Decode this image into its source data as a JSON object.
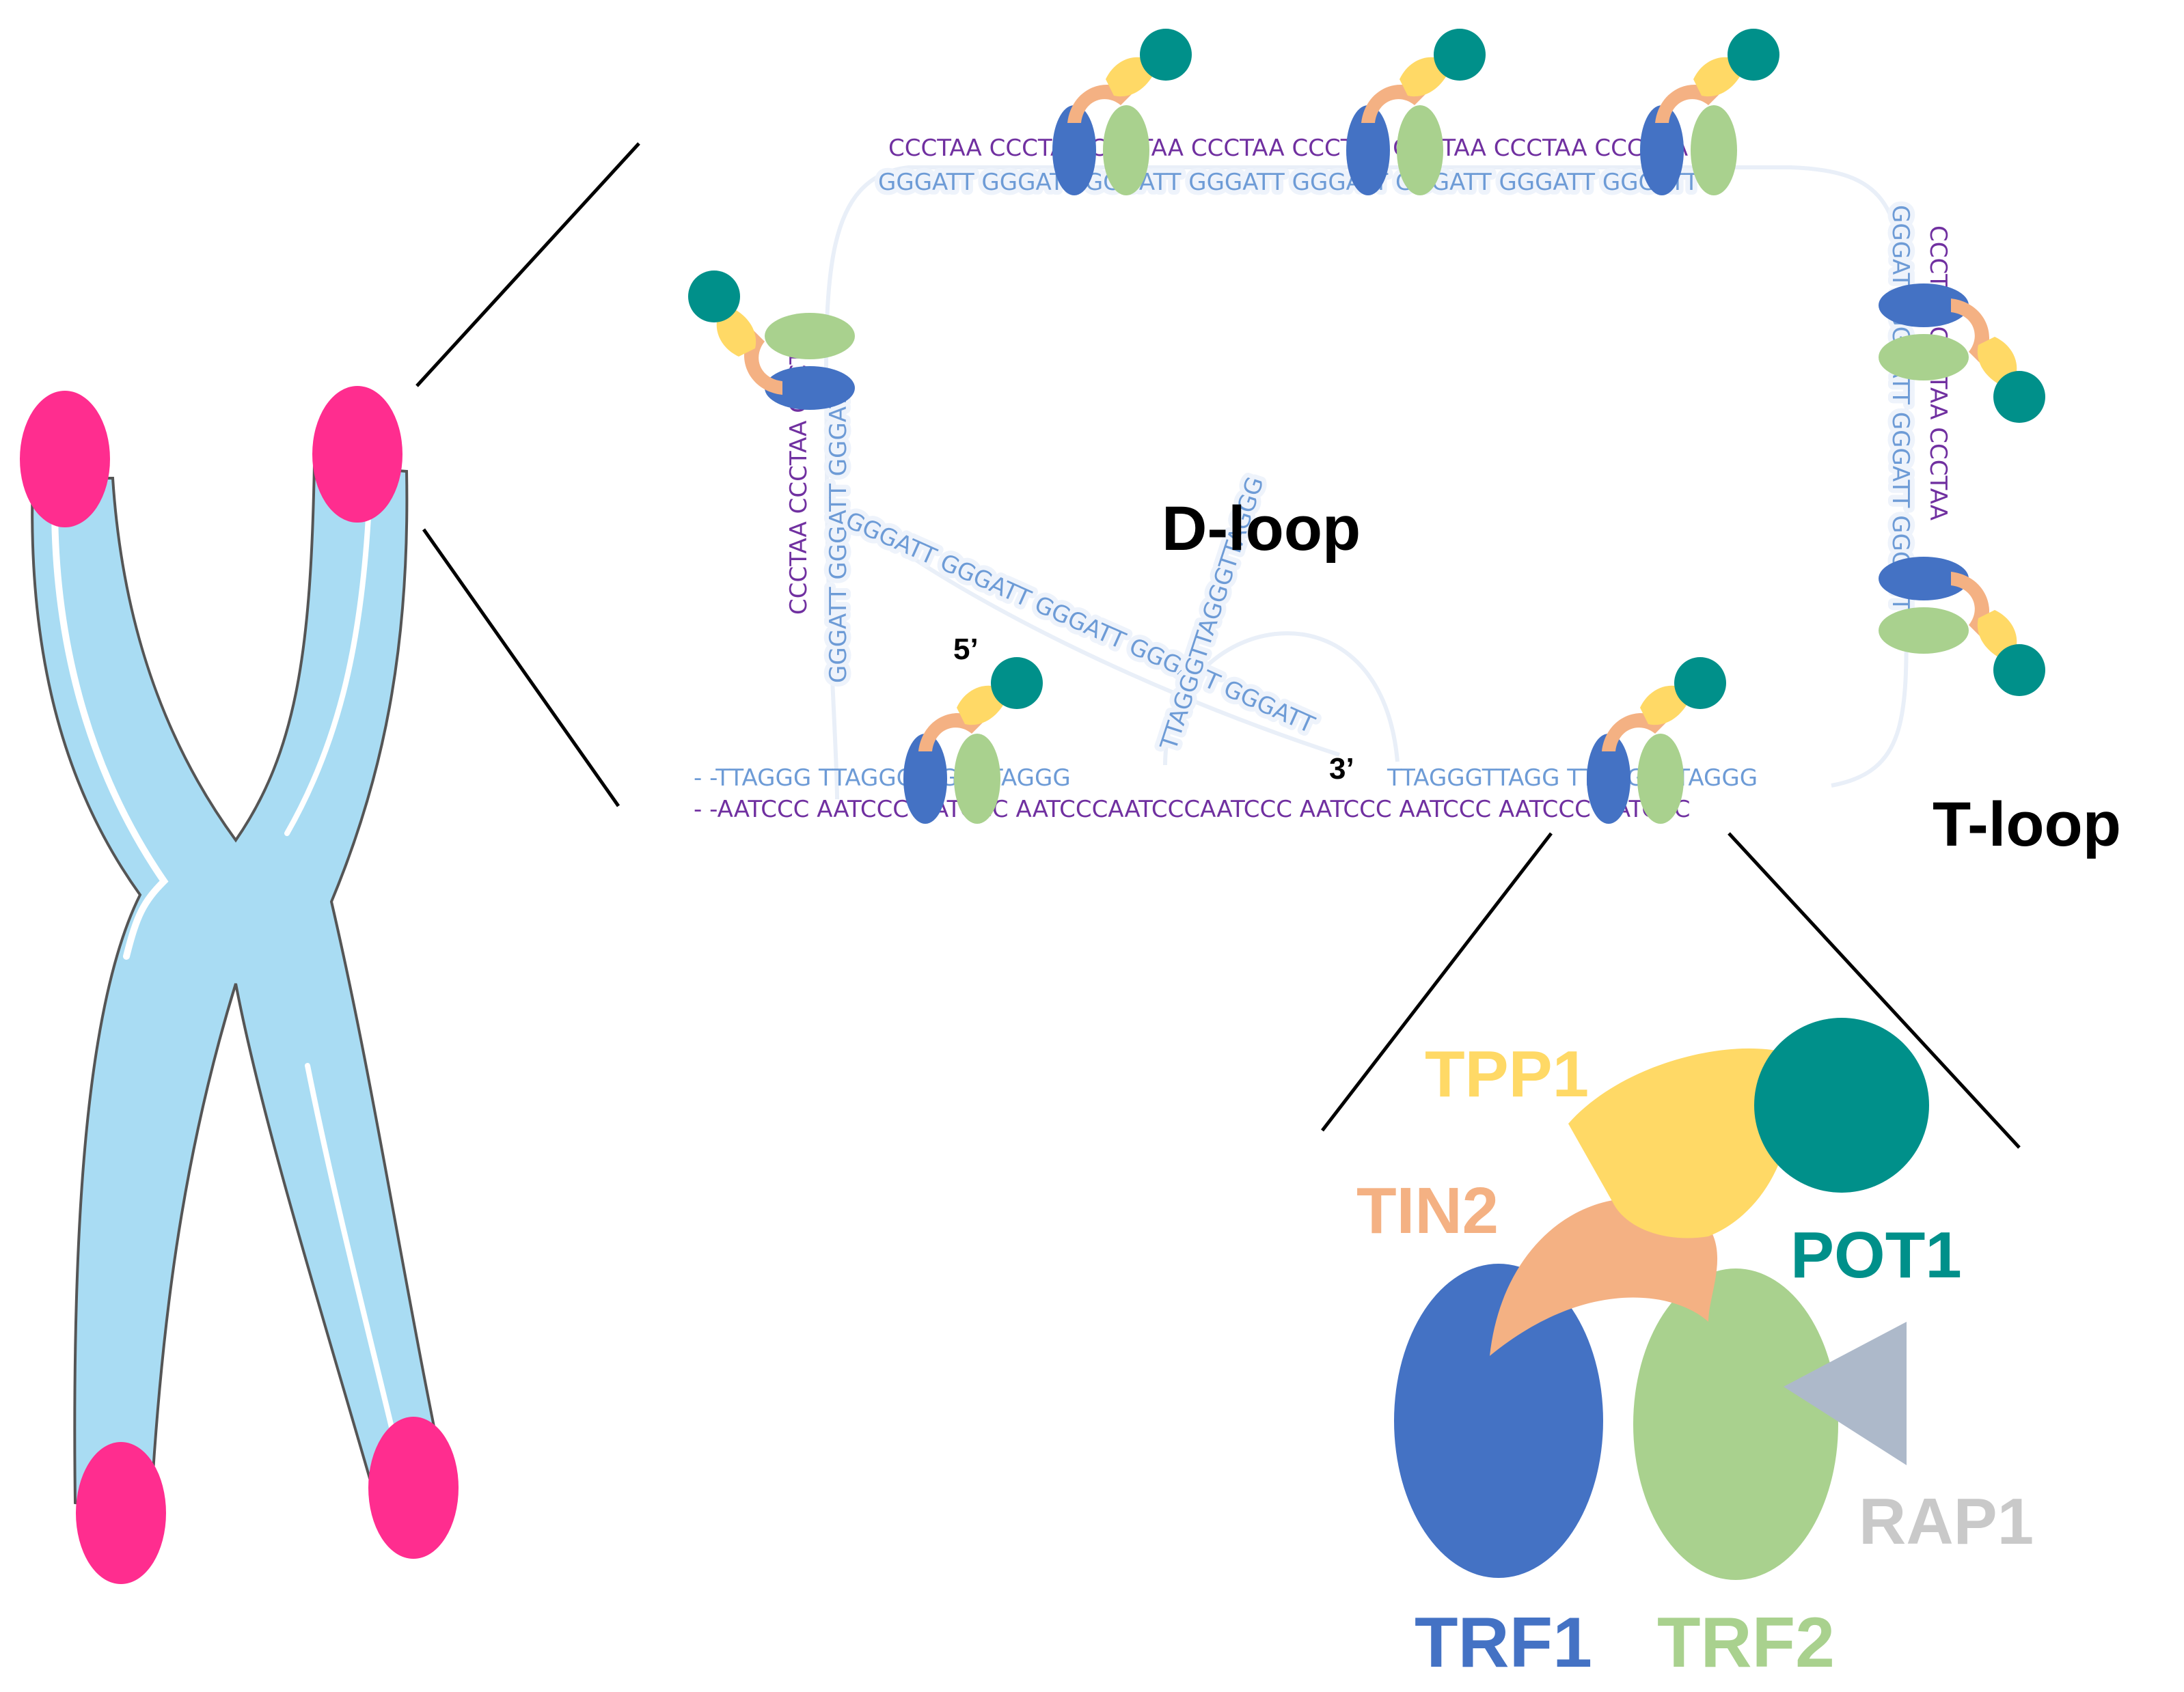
{
  "labels": {
    "d_loop": "D-loop",
    "t_loop": "T-loop",
    "five_prime": "5’",
    "three_prime": "3’"
  },
  "proteins": {
    "tpp1": "TPP1",
    "tin2": "TIN2",
    "pot1": "POT1",
    "trf1": "TRF1",
    "trf2": "TRF2",
    "rap1": "RAP1"
  },
  "sequences": {
    "bottom_g_strand": "- -TTAGGG TTAGGG GGGTTAGGG",
    "bottom_g_strand_right": "TTAGGGTTAGG TTAGGGTTAGGG",
    "bottom_c_strand": "- -AATCCC AATCCC AATCCC AATCCCAATCCCAATCCC AATCCC AATCCC AATCCC AATCCC",
    "top_c_strand": "CCCTAA CCCTAA CCCTAA CCCTAA CCCTAA CCCTAA CCCTAA CCCTAA",
    "top_g_strand": "GGGATT GGGATT GGGATT GGGATT GGGATT GGGATT GGGATT GGGATT",
    "left_c_strand": "CCCTAA CCCTAA CCCTAA",
    "left_g_strand": "GGGATT GGGATT GGGATT",
    "right_c_strand": "CCCTAA CCCTAA CCCTAA",
    "right_g_strand": "GGGATT GGGATT GGGATT GGGATT",
    "invading_strand": "GGGATT GGGATT GGGATT GGGATT GGGATT",
    "d_loop_strand": "TTAGGGTTAGGGTTAGGG"
  },
  "colors": {
    "chromosome_fill": "#a9dcf3",
    "telomere_cap": "#ff2d8f",
    "trf1": "#4472c4",
    "trf2": "#a9d18e",
    "tin2": "#f4b183",
    "tpp1": "#ffd966",
    "pot1": "#00908a",
    "rap1": "#adb9ca",
    "c_strand": "#7030a0",
    "g_strand": "#6d9bd6"
  }
}
